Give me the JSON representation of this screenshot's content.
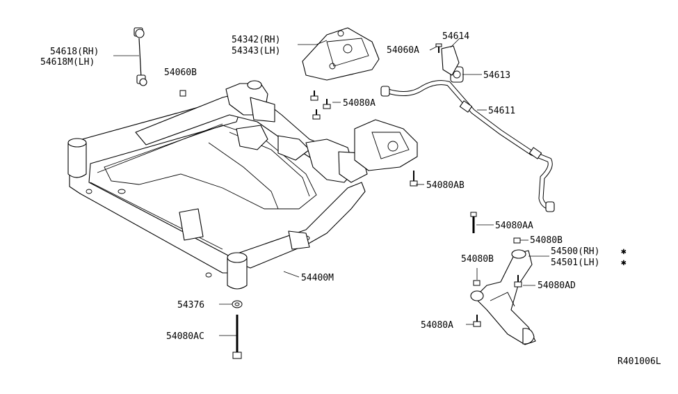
{
  "diagram_code": "R401006L",
  "labels": {
    "p54618": "54618(RH)",
    "p54618m": "54618M(LH)",
    "p54060b": "54060B",
    "p54342": "54342(RH)",
    "p54343": "54343(LH)",
    "p54080a_top": "54080A",
    "p54060a": "54060A",
    "p54614": "54614",
    "p54613": "54613",
    "p54611": "54611",
    "p54080ab": "54080AB",
    "p54080aa": "54080AA",
    "p54080b_right": "54080B",
    "p54500": "54500(RH)",
    "p54501": "54501(LH)",
    "p54080b_left": "54080B",
    "p54080ad": "54080AD",
    "p54080a_bottom": "54080A",
    "p54400m": "54400M",
    "p54376": "54376",
    "p54080ac": "54080AC"
  }
}
